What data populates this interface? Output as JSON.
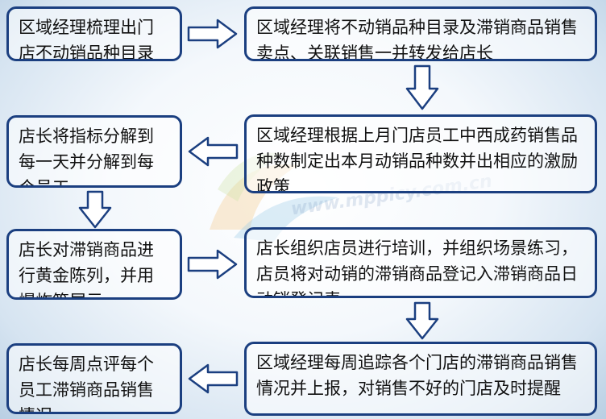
{
  "steps": {
    "s1": "区域经理梳理出门店不动销品种目录",
    "s2": "区域经理将不动销品种目录及滞销商品销售卖点、关联销售一并转发给店长",
    "s3": "区域经理根据上月门店员工中西成药销售品种数制定出本月动销品种数并出相应的激励政策",
    "s4": "店长将指标分解到每一天并分解到每个员工",
    "s5": "店长对滞销商品进行黄金陈列，并用爆炸签展示",
    "s6": "店长组织店员进行培训，并组织场景练习，店员将对动销的滞销商品登记入滞销商品日动销登记表",
    "s7": "区域经理每周追踪各个门店的滞销商品销售情况并上报，对销售不好的门店及时提醒",
    "s8": "店长每周点评每个员工滞销商品销售情况"
  },
  "watermark": {
    "text": "www.mppicy.com.cn"
  }
}
